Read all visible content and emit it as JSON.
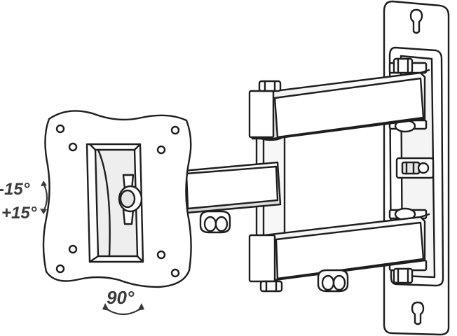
{
  "labels": {
    "tilt_up": "-15°",
    "tilt_down": "+15°",
    "rotation": "90°"
  },
  "colors": {
    "line": "#1e1e1e",
    "face": "#ffffff",
    "shade": "#cfcfcf",
    "text": "#3a3a3a"
  }
}
